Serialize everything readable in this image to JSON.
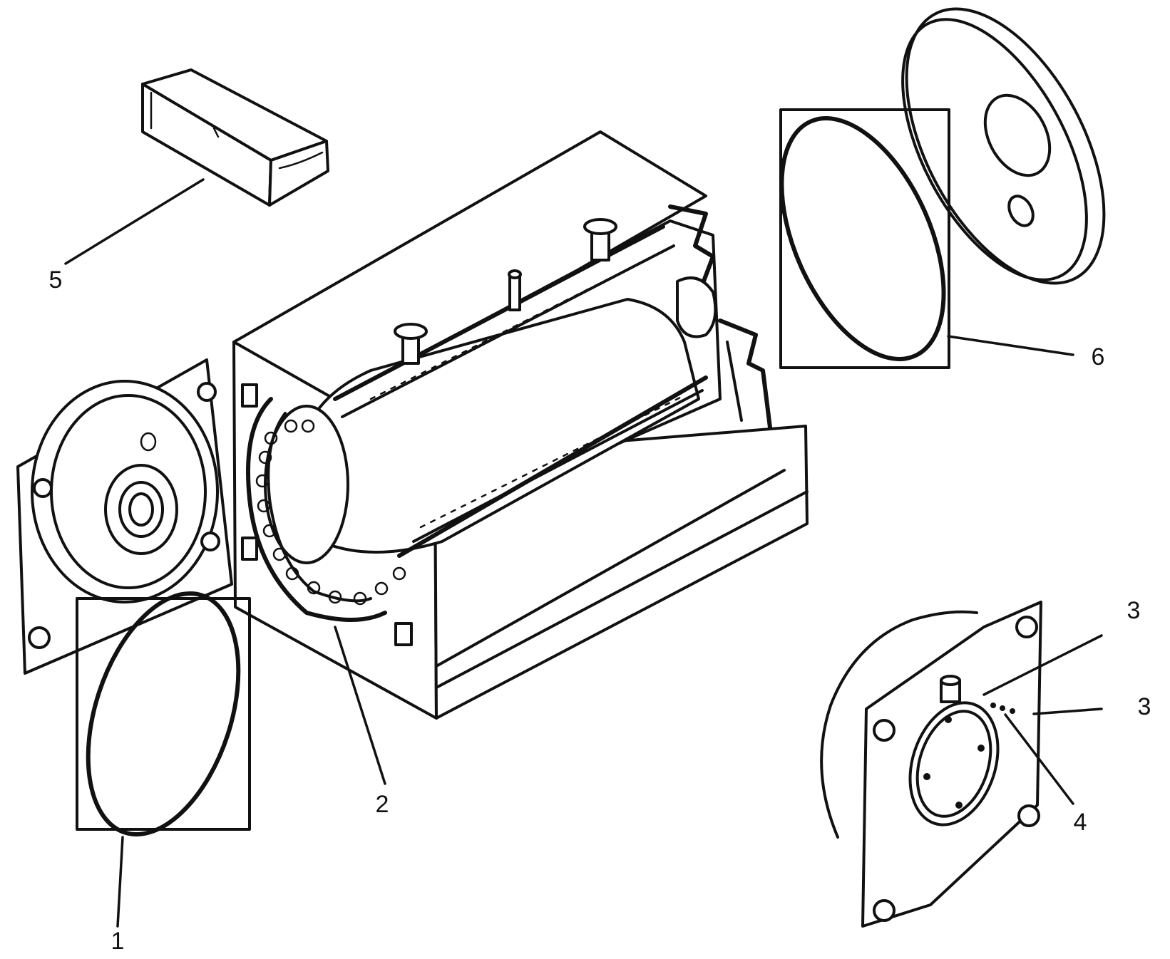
{
  "callouts": {
    "c1": "1",
    "c2": "2",
    "c3a": "3",
    "c3b": "3",
    "c4": "4",
    "c5": "5",
    "c6": "6"
  },
  "colors": {
    "line": "#111111",
    "background": "#ffffff"
  }
}
